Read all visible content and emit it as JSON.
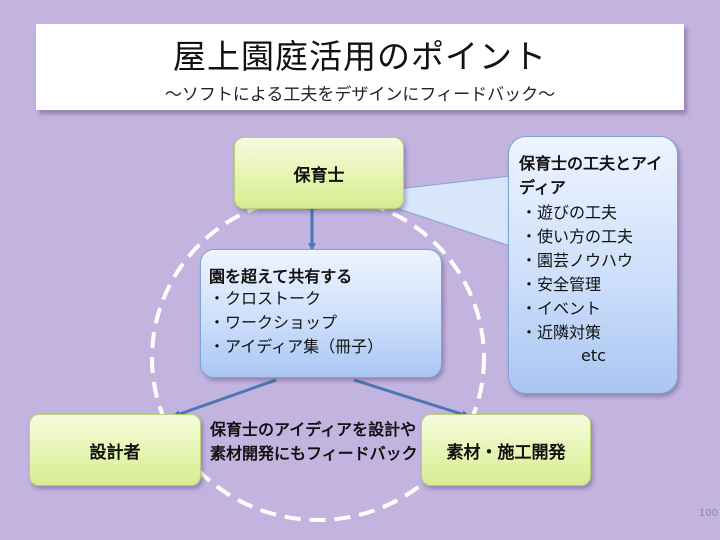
{
  "title": {
    "main": "屋上園庭活用のポイント",
    "sub": "～ソフトによる工夫をデザインにフィードバック～"
  },
  "nodes": {
    "top": "保育士",
    "left": "設計者",
    "right": "素材・施工開発"
  },
  "center_box": {
    "heading": "園を超えて共有する",
    "items": [
      "・クロストーク",
      "・ワークショップ",
      "・アイディア集（冊子）"
    ]
  },
  "callout": {
    "heading": "保育士の工夫とアイディア",
    "items": [
      "・遊びの工夫",
      "・使い方の工夫",
      "・園芸ノウハウ",
      "・安全管理",
      "・イベント",
      "・近隣対策"
    ],
    "etc": "etc"
  },
  "feedback_note": "保育士のアイディアを設計や素材開発にもフィードバック",
  "page_number": "100",
  "colors": {
    "background": "#c3b3df",
    "node_green": "#e6f4b0",
    "box_blue": "#cddffb",
    "arrow": "#4a78b5"
  }
}
